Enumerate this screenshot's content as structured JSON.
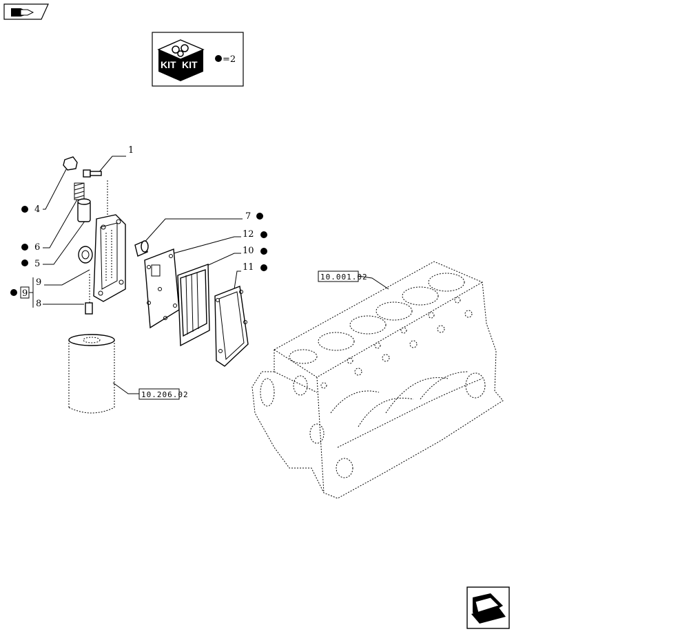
{
  "kit_box": {
    "qty_text": "=2"
  },
  "callouts": {
    "c1": "1",
    "c4": "4",
    "c5": "5",
    "c6": "6",
    "c7": "7",
    "c8": "8",
    "c9": "9",
    "c9box": "9",
    "c10": "10",
    "c11": "11",
    "c12": "12"
  },
  "references": {
    "engine_block": "10.001.02",
    "oil_filter": "10.206.02"
  }
}
